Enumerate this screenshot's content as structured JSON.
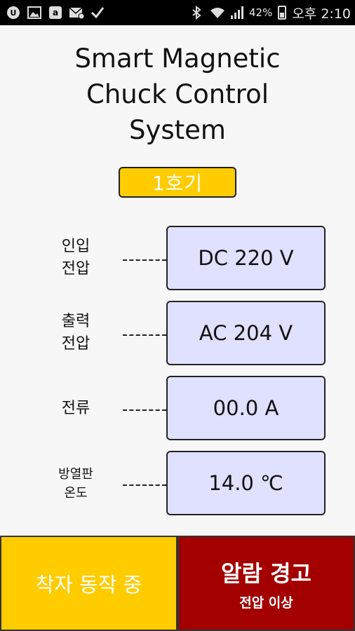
{
  "status_bar": {
    "left_icons": [
      "u-app-icon",
      "image-icon",
      "amazon-icon",
      "mail-icon",
      "check-icon"
    ],
    "battery_percent": "42%",
    "time": "오후 2:10"
  },
  "app": {
    "title_lines": [
      "Smart Magnetic",
      "Chuck Control",
      "System"
    ],
    "unit_label": "1호기"
  },
  "readings": [
    {
      "label_lines": [
        "인입",
        "전압"
      ],
      "value": "DC 220 V"
    },
    {
      "label_lines": [
        "출력",
        "전압"
      ],
      "value": "AC 204 V"
    },
    {
      "label_lines": [
        "전류"
      ],
      "value": "00.0 A"
    },
    {
      "label_lines": [
        "방열판",
        "온도"
      ],
      "value": "14.0 ℃"
    }
  ],
  "buttons": {
    "status_label": "착자 동작 중",
    "alarm_label": "알람 경고",
    "alarm_sub": "전압 이상"
  },
  "colors": {
    "accent_yellow": "#ffcc00",
    "alarm_red": "#a30000",
    "value_box_bg": "#e0e0ff"
  }
}
